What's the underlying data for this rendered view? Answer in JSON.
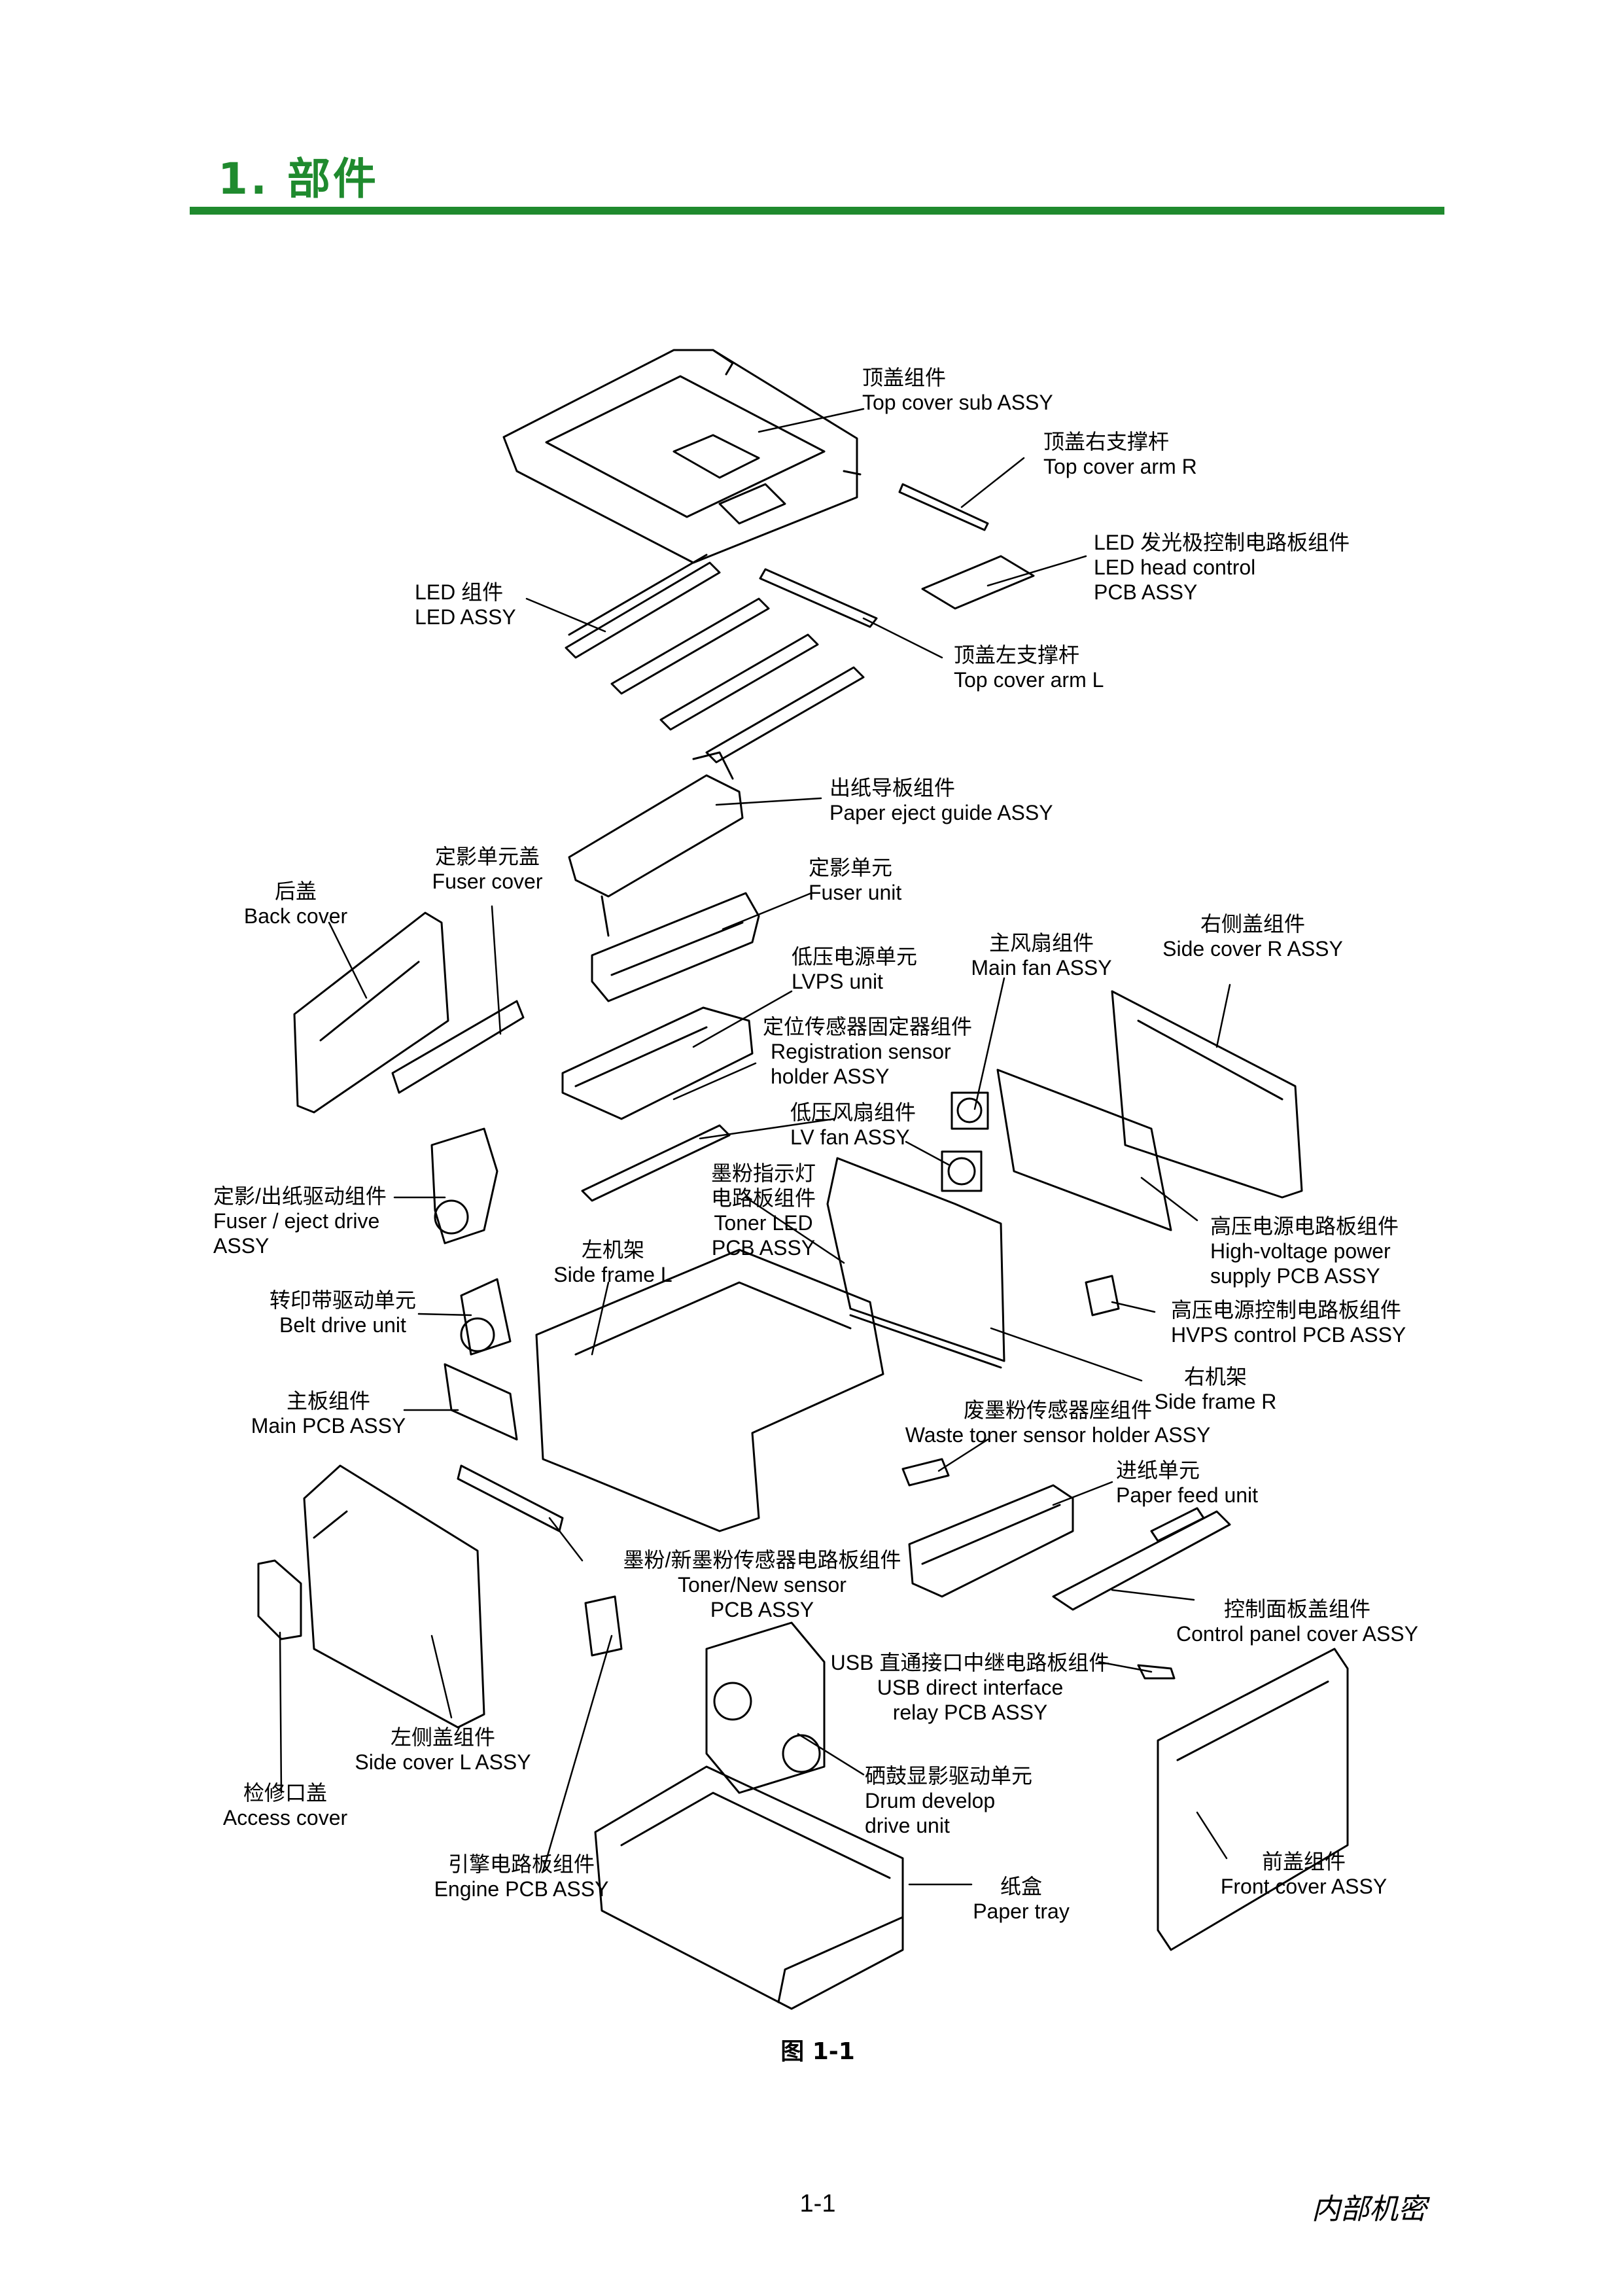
{
  "header": {
    "title": "1. 部件"
  },
  "labels": [
    {
      "id": "top-cover-sub-assy",
      "zh": "顶盖组件",
      "en": [
        "Top cover sub ASSY"
      ]
    },
    {
      "id": "top-cover-arm-r",
      "zh": "顶盖右支撑杆",
      "en": [
        "Top cover arm R"
      ]
    },
    {
      "id": "led-head-control-pcb-assy",
      "zh": "LED 发光极控制电路板组件",
      "en": [
        "LED head control",
        "PCB ASSY"
      ]
    },
    {
      "id": "led-assy",
      "zh": "LED 组件",
      "en": [
        "LED ASSY"
      ]
    },
    {
      "id": "top-cover-arm-l",
      "zh": "顶盖左支撑杆",
      "en": [
        "Top cover arm L"
      ]
    },
    {
      "id": "paper-eject-guide-assy",
      "zh": "出纸导板组件",
      "en": [
        "Paper eject guide ASSY"
      ]
    },
    {
      "id": "fuser-cover",
      "zh": "定影单元盖",
      "en": [
        "Fuser cover"
      ]
    },
    {
      "id": "back-cover",
      "zh": "后盖",
      "en": [
        "Back cover"
      ]
    },
    {
      "id": "fuser-unit",
      "zh": "定影单元",
      "en": [
        "Fuser unit"
      ]
    },
    {
      "id": "side-cover-r-assy",
      "zh": "右侧盖组件",
      "en": [
        "Side cover R ASSY"
      ]
    },
    {
      "id": "main-fan-assy",
      "zh": "主风扇组件",
      "en": [
        "Main fan ASSY"
      ]
    },
    {
      "id": "lvps-unit",
      "zh": "低压电源单元",
      "en": [
        "LVPS unit"
      ]
    },
    {
      "id": "registration-sensor-holder-assy",
      "zh": "定位传感器固定器组件",
      "en": [
        "Registration sensor",
        "holder ASSY"
      ]
    },
    {
      "id": "lv-fan-assy",
      "zh": "低压风扇组件",
      "en": [
        "LV fan ASSY"
      ]
    },
    {
      "id": "toner-led-pcb-assy",
      "zh": "墨粉指示灯\n电路板组件",
      "en": [
        "Toner LED",
        "PCB ASSY"
      ]
    },
    {
      "id": "fuser-eject-drive-assy",
      "zh": "定影/出纸驱动组件",
      "en": [
        "Fuser / eject drive",
        "ASSY"
      ]
    },
    {
      "id": "high-voltage-power-supply-pcb-assy",
      "zh": "高压电源电路板组件",
      "en": [
        "High-voltage power",
        "supply PCB ASSY"
      ]
    },
    {
      "id": "side-frame-l",
      "zh": "左机架",
      "en": [
        "Side frame L"
      ]
    },
    {
      "id": "belt-drive-unit",
      "zh": "转印带驱动单元",
      "en": [
        "Belt drive unit"
      ]
    },
    {
      "id": "hvps-control-pcb-assy",
      "zh": "高压电源控制电路板组件",
      "en": [
        "HVPS control PCB ASSY"
      ]
    },
    {
      "id": "side-frame-r",
      "zh": "右机架",
      "en": [
        "Side frame R"
      ]
    },
    {
      "id": "main-pcb-assy",
      "zh": "主板组件",
      "en": [
        "Main PCB ASSY"
      ]
    },
    {
      "id": "waste-toner-sensor-holder-assy",
      "zh": "废墨粉传感器座组件",
      "en": [
        "Waste toner sensor holder ASSY"
      ]
    },
    {
      "id": "paper-feed-unit",
      "zh": "进纸单元",
      "en": [
        "Paper feed unit"
      ]
    },
    {
      "id": "toner-new-sensor-pcb-assy",
      "zh": "墨粉/新墨粉传感器电路板组件",
      "en": [
        "Toner/New sensor",
        "PCB ASSY"
      ]
    },
    {
      "id": "control-panel-cover-assy",
      "zh": "控制面板盖组件",
      "en": [
        "Control panel cover ASSY"
      ]
    },
    {
      "id": "usb-direct-interface-relay-pcb-assy",
      "zh": "USB 直通接口中继电路板组件",
      "en": [
        "USB direct interface",
        "relay PCB ASSY"
      ]
    },
    {
      "id": "side-cover-l-assy",
      "zh": "左侧盖组件",
      "en": [
        "Side cover L ASSY"
      ]
    },
    {
      "id": "drum-develop-drive-unit",
      "zh": "硒鼓显影驱动单元",
      "en": [
        "Drum develop",
        "drive unit"
      ]
    },
    {
      "id": "access-cover",
      "zh": "检修口盖",
      "en": [
        "Access cover"
      ]
    },
    {
      "id": "engine-pcb-assy",
      "zh": "引擎电路板组件",
      "en": [
        "Engine PCB ASSY"
      ]
    },
    {
      "id": "paper-tray",
      "zh": "纸盒",
      "en": [
        "Paper tray"
      ]
    },
    {
      "id": "front-cover-assy",
      "zh": "前盖组件",
      "en": [
        "Front cover ASSY"
      ]
    }
  ],
  "figure": {
    "caption": "图 1-1"
  },
  "footer": {
    "page_number": "1-1",
    "confidential": "内部机密"
  },
  "colors": {
    "accent": "#1f8a2e",
    "ink": "#000000"
  }
}
